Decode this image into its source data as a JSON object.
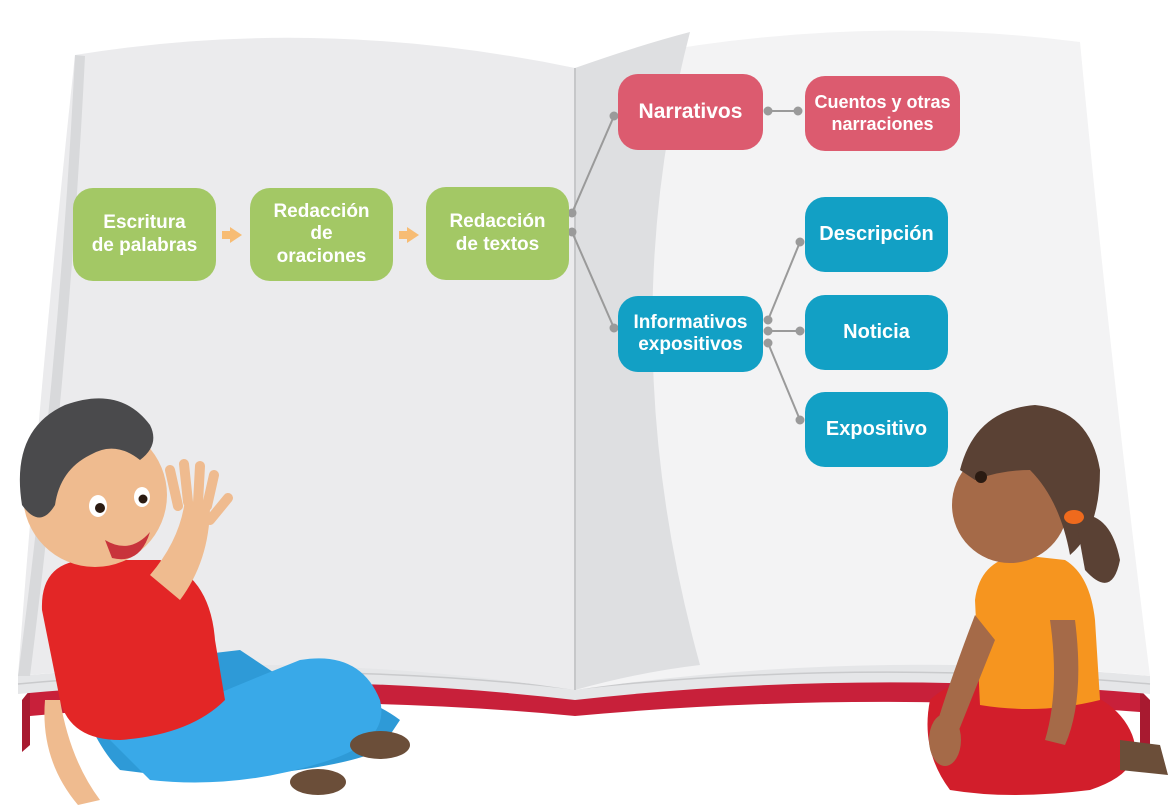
{
  "nodes": {
    "escritura": [
      "Escritura",
      "de palabras"
    ],
    "redaccion_oraciones": [
      "Redacción",
      "de",
      "oraciones"
    ],
    "redaccion_textos": [
      "Redacción",
      "de textos"
    ],
    "narrativos": "Narrativos",
    "cuentos": [
      "Cuentos y otras",
      "narraciones"
    ],
    "informativos": [
      "Informativos",
      "expositivos"
    ],
    "descripcion": "Descripción",
    "noticia": "Noticia",
    "expositivo": "Expositivo"
  },
  "colors": {
    "green": "#a3c865",
    "red": "#dc5b6f",
    "blue": "#12a0c5",
    "arrow": "#f7bc74",
    "connector": "#9a9a9a"
  },
  "illustration": {
    "left_character": "boy-waving-red-shirt-blue-jeans",
    "right_character": "girl-kneeling-orange-shirt-red-skirt",
    "background": "open-book"
  }
}
